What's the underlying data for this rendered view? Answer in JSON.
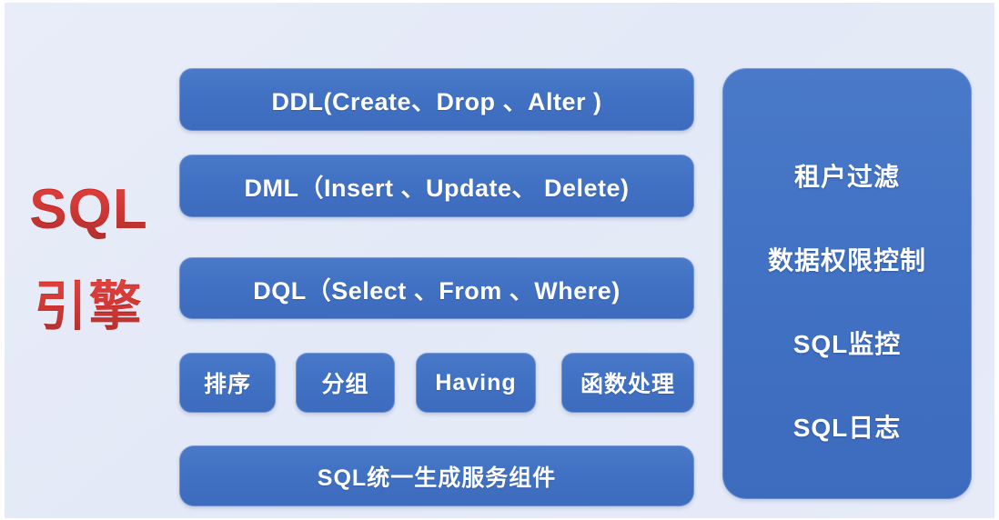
{
  "colors": {
    "background": "#e6eaf7",
    "box_blue": "#4272c4",
    "box_blue_light": "#4a79c9",
    "box_blue_dark": "#3d6bbd",
    "label_red": "#c3130f",
    "box_text": "#ffffff"
  },
  "left_label": {
    "line1": "SQL",
    "line2": "引擎"
  },
  "sql_engine": {
    "rows": [
      {
        "id": "ddl",
        "label": "DDL(Create、Drop 、Alter )"
      },
      {
        "id": "dml",
        "label": "DML（Insert 、Update、 Delete)"
      },
      {
        "id": "dql",
        "label": "DQL（Select 、From 、Where)"
      }
    ],
    "clause_items": [
      {
        "id": "sort",
        "label": "排序"
      },
      {
        "id": "group",
        "label": "分组"
      },
      {
        "id": "having",
        "label": "Having"
      },
      {
        "id": "func",
        "label": "函数处理"
      }
    ],
    "footer": {
      "id": "sql-gen",
      "label": "SQL统一生成服务组件"
    }
  },
  "right_panel": {
    "items": [
      {
        "id": "tenant-filter",
        "label": "租户过滤"
      },
      {
        "id": "data-permission",
        "label": "数据权限控制"
      },
      {
        "id": "sql-monitor",
        "label": "SQL监控"
      },
      {
        "id": "sql-log",
        "label": "SQL日志"
      }
    ]
  }
}
